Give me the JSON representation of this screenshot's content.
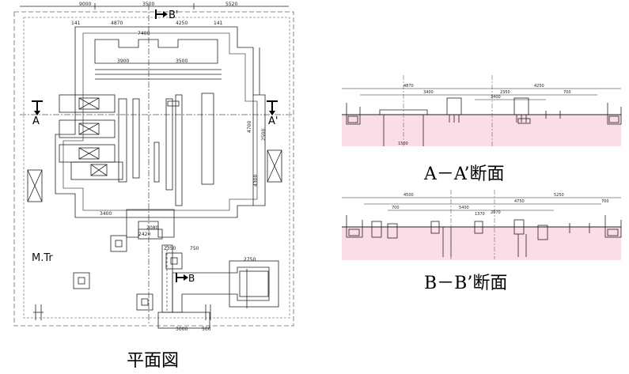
{
  "plan": {
    "caption": "平面図",
    "dims_top": [
      "9000",
      "3500",
      "5520"
    ],
    "dims_row2": [
      "141",
      "4870",
      "4250",
      "141"
    ],
    "dim_7400": "7400",
    "dims_row3": [
      "3900",
      "3500"
    ],
    "section_a_left": "A",
    "section_a_right": "A'",
    "section_b_top": "B'",
    "section_b_bottom": "B",
    "mtr_label": "M.Tr",
    "dim_3400": "3400",
    "dim_2080": "2080",
    "dim_2420": "2420",
    "dim_2350": "2350",
    "dim_750": "750",
    "dim_2750": "2750",
    "dim_3000": "3000",
    "dim_500": "500",
    "dim_4700": "4700",
    "dim_2500": "2500",
    "dim_4300": "4300"
  },
  "section_aa": {
    "caption": "A－A’断面",
    "dims": [
      "4870",
      "4250",
      "3400",
      "2350",
      "700",
      "3400",
      "1500"
    ]
  },
  "section_bb": {
    "caption": "B－B’断面",
    "dims": [
      "4500",
      "4750",
      "5250",
      "700",
      "5400",
      "1370",
      "2070",
      "700"
    ]
  },
  "colors": {
    "ground": "#fbdde7",
    "line": "#222222"
  }
}
